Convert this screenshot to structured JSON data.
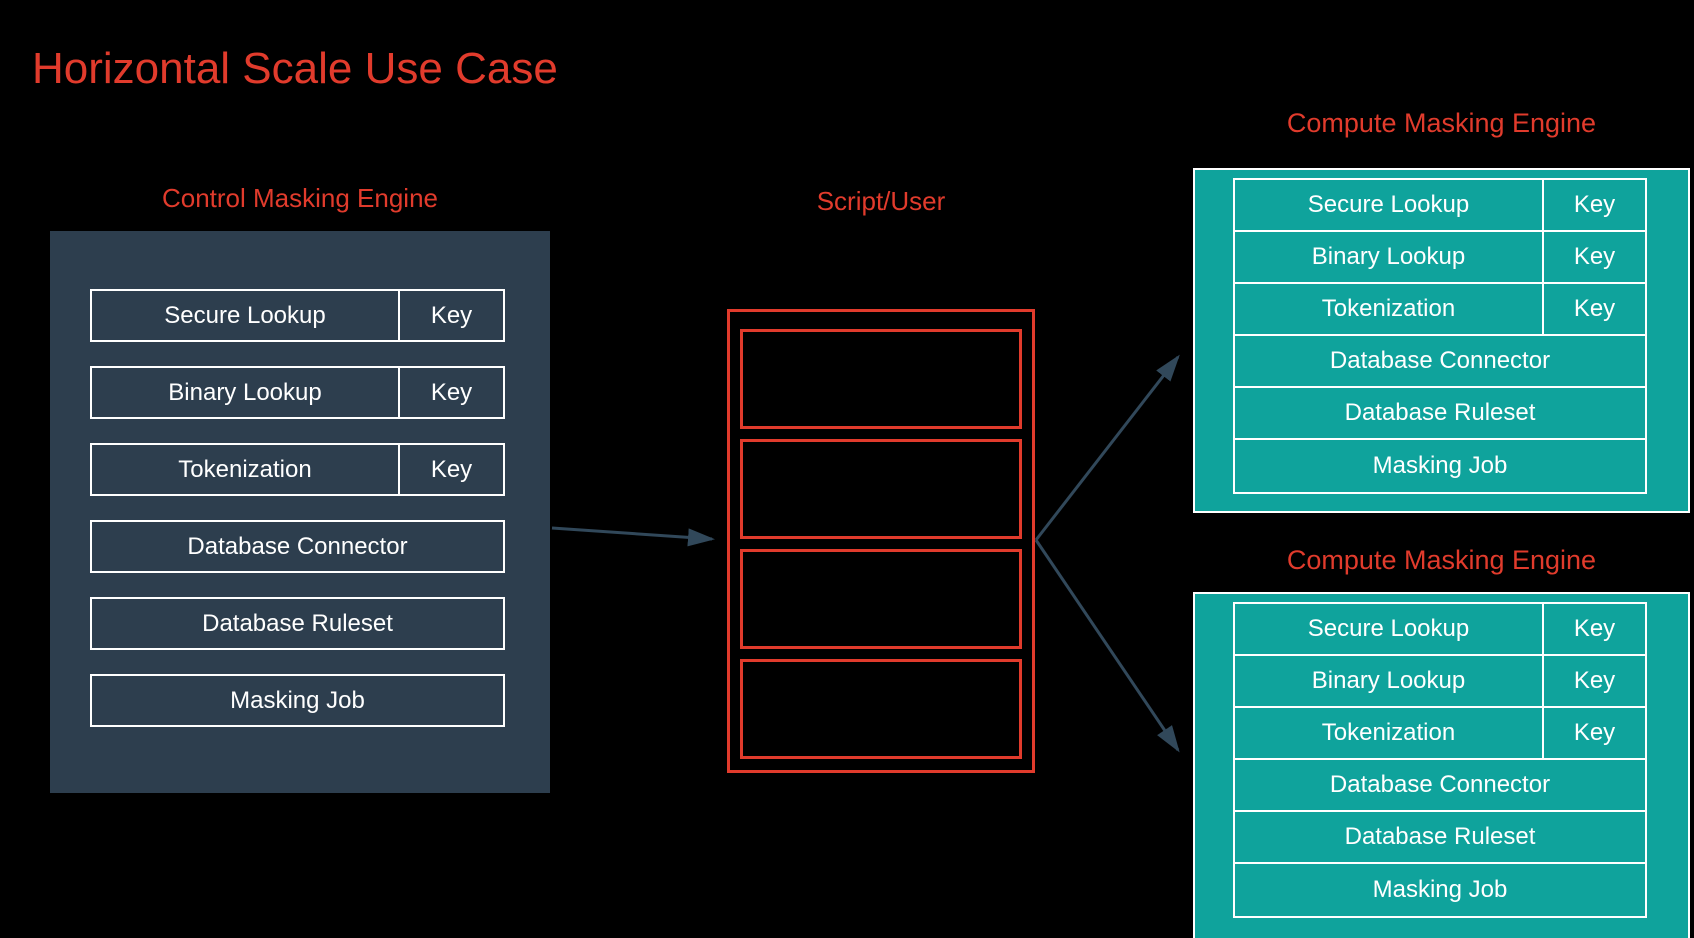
{
  "title": "Horizontal Scale Use Case",
  "colors": {
    "red": "#e13b2c",
    "dark_panel": "#2d3e4e",
    "teal": "#0fa39c",
    "arrow": "#31485a",
    "white": "#ffffff"
  },
  "control_engine": {
    "label": "Control Masking Engine",
    "rows": [
      {
        "label": "Secure Lookup",
        "key": "Key"
      },
      {
        "label": "Binary Lookup",
        "key": "Key"
      },
      {
        "label": "Tokenization",
        "key": "Key"
      },
      {
        "label": "Database Connector"
      },
      {
        "label": "Database Ruleset"
      },
      {
        "label": "Masking Job"
      }
    ]
  },
  "script_user": {
    "label": "Script/User",
    "slots": 4
  },
  "compute_engines": [
    {
      "label": "Compute Masking Engine",
      "rows": [
        {
          "label": "Secure Lookup",
          "key": "Key"
        },
        {
          "label": "Binary Lookup",
          "key": "Key"
        },
        {
          "label": "Tokenization",
          "key": "Key"
        },
        {
          "label": "Database Connector"
        },
        {
          "label": "Database Ruleset"
        },
        {
          "label": "Masking Job"
        }
      ]
    },
    {
      "label": "Compute Masking Engine",
      "rows": [
        {
          "label": "Secure Lookup",
          "key": "Key"
        },
        {
          "label": "Binary Lookup",
          "key": "Key"
        },
        {
          "label": "Tokenization",
          "key": "Key"
        },
        {
          "label": "Database Connector"
        },
        {
          "label": "Database Ruleset"
        },
        {
          "label": "Masking Job"
        }
      ]
    }
  ],
  "connections": [
    {
      "from": "Control Masking Engine",
      "to": "Script/User"
    },
    {
      "from": "Script/User",
      "to": "Compute Masking Engine (top)"
    },
    {
      "from": "Script/User",
      "to": "Compute Masking Engine (bottom)"
    }
  ]
}
